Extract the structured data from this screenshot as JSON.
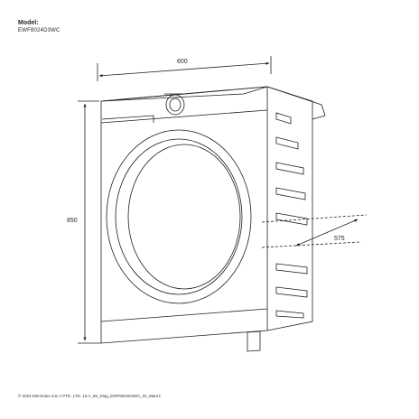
{
  "header": {
    "model_label": "Model:",
    "model_code": "EWF8024D3WC"
  },
  "dimensions": {
    "width": "600",
    "height": "850",
    "depth": "575"
  },
  "footer": {
    "copyright": "© 2024 Electrolux S.E.A PTE. LTD. 13.A_IM_Diag_EWF8024D3WC_ID_Mar24"
  },
  "colors": {
    "line": "#231f20"
  }
}
